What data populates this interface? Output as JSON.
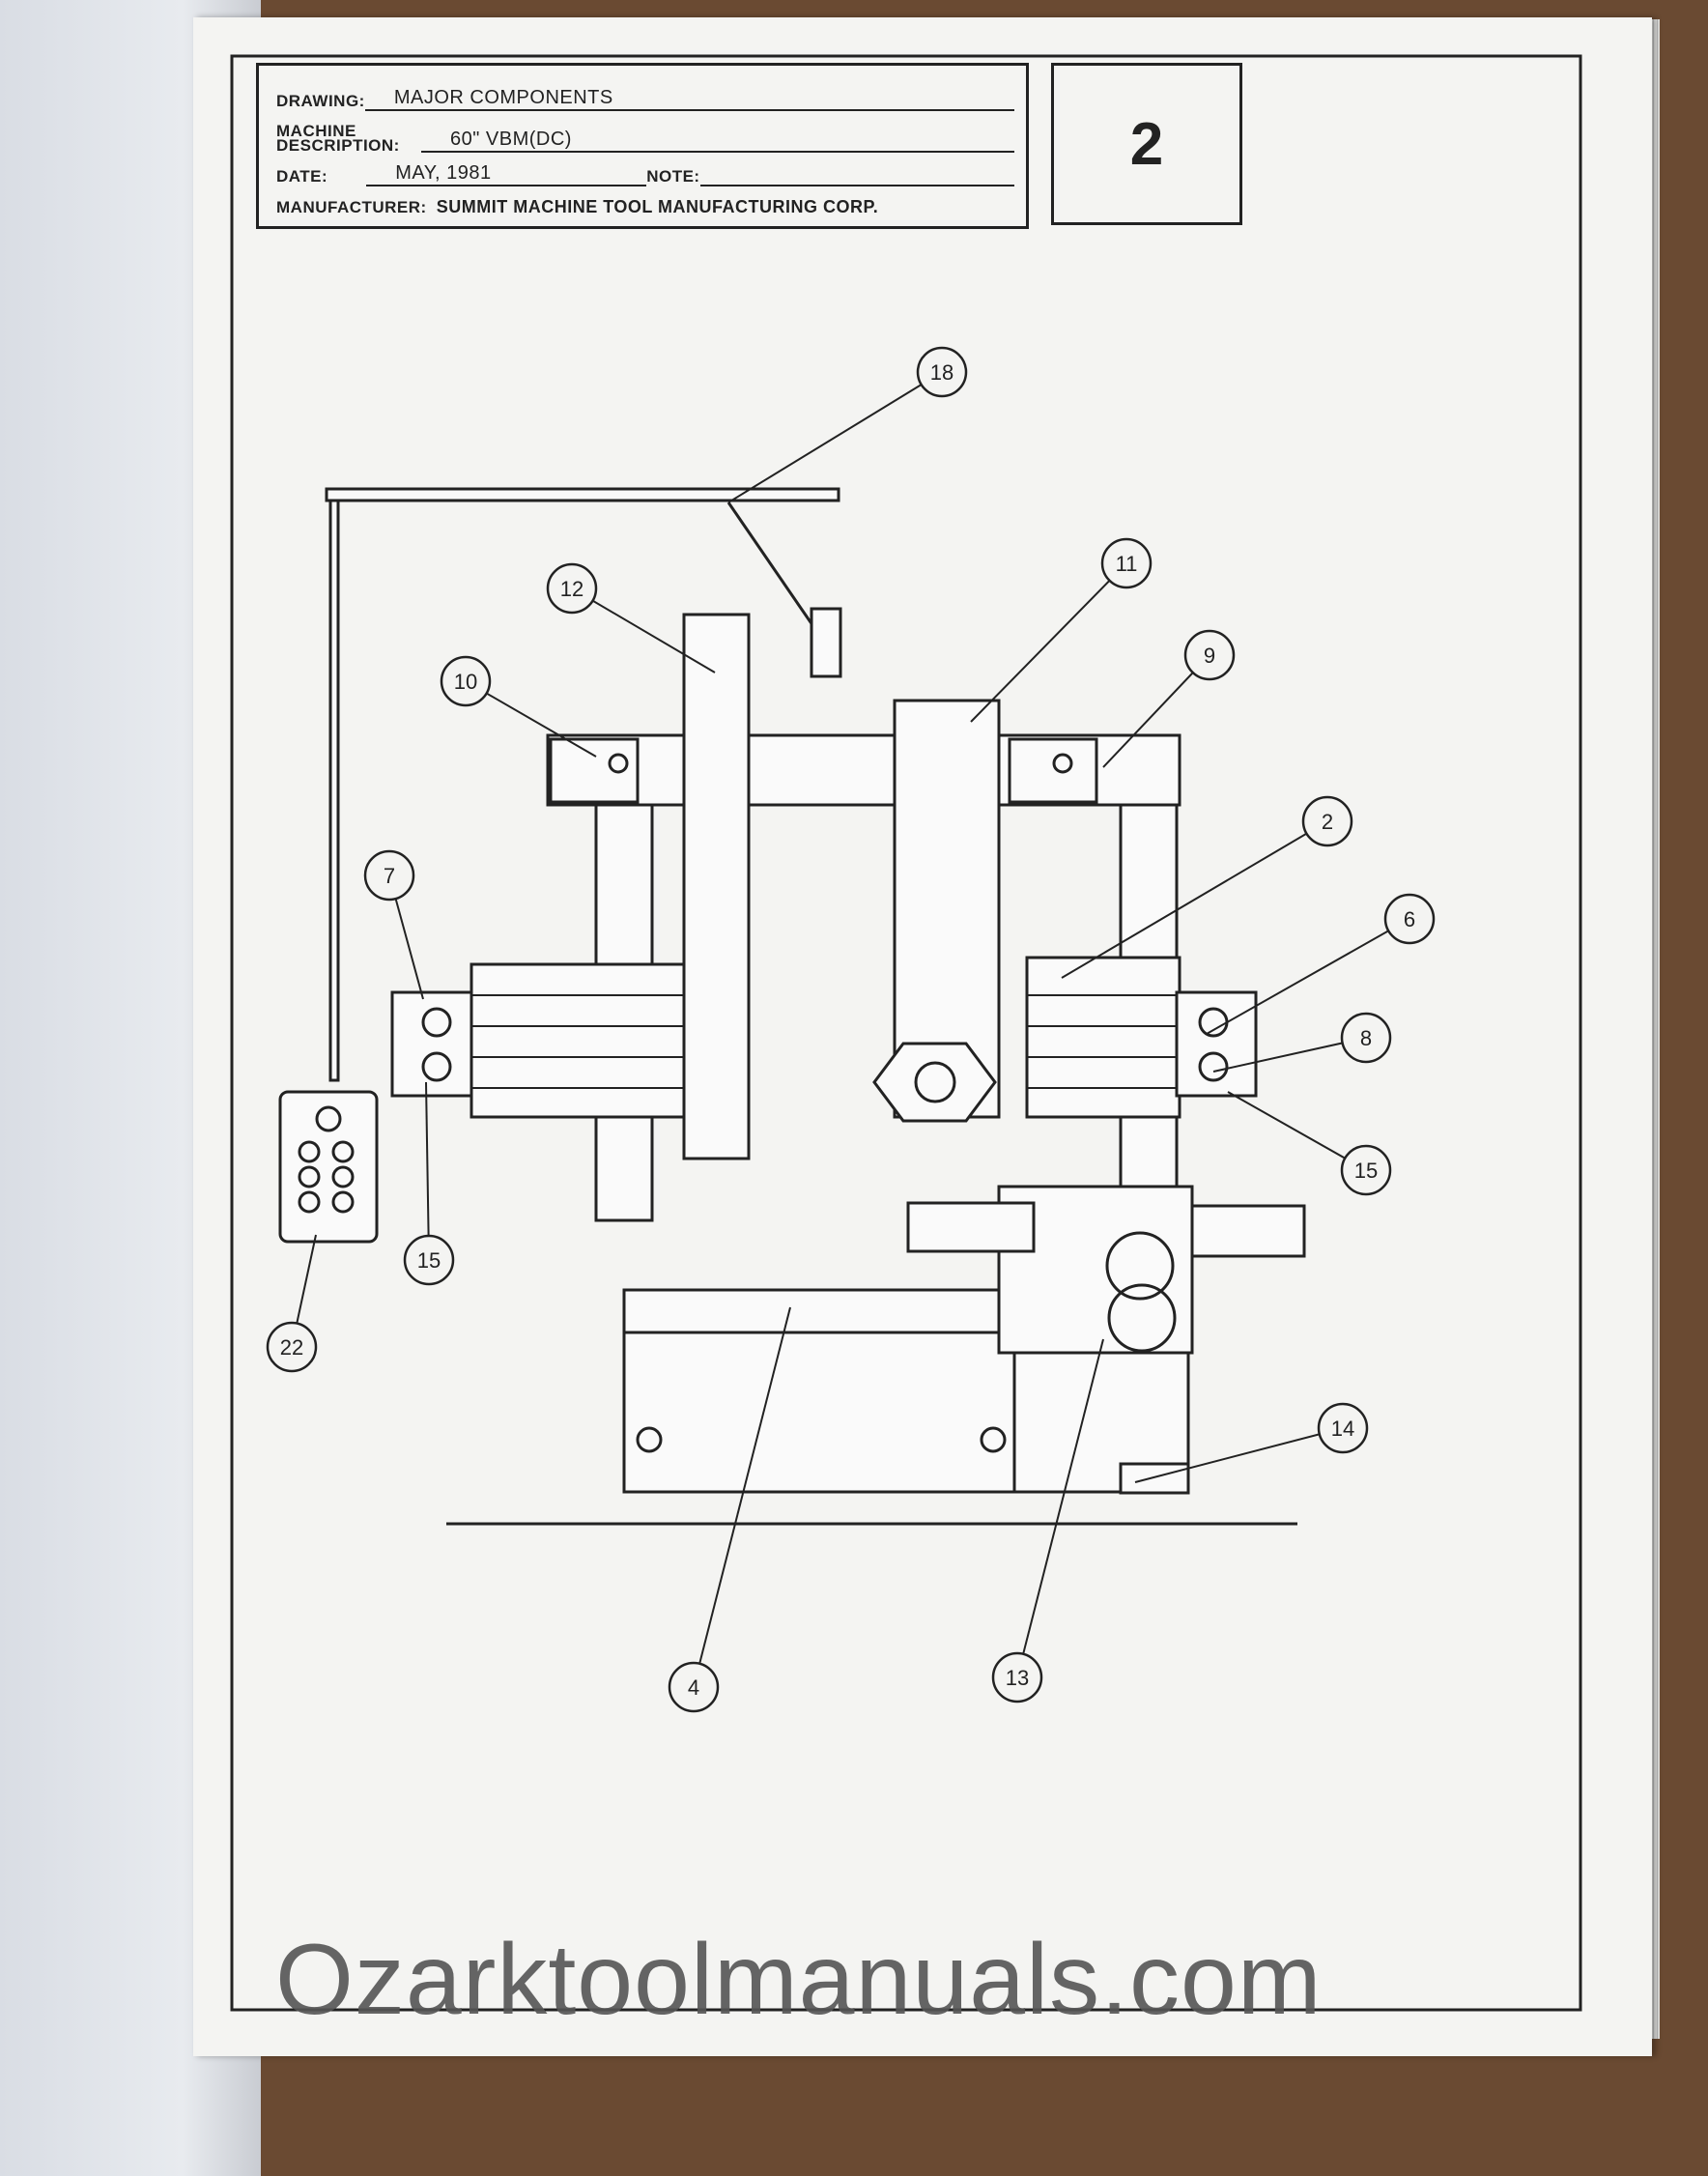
{
  "title_block": {
    "drawing_label": "DRAWING:",
    "drawing_value": "MAJOR COMPONENTS",
    "machine_label": "MACHINE DESCRIPTION:",
    "machine_value": "60\" VBM(DC)",
    "date_label": "DATE:",
    "date_value": "MAY, 1981",
    "note_label": "NOTE:",
    "note_value": "",
    "manufacturer_label": "MANUFACTURER:",
    "manufacturer_value": "SUMMIT MACHINE TOOL MANUFACTURING CORP."
  },
  "page_number": "2",
  "callouts": [
    "18",
    "12",
    "11",
    "10",
    "9",
    "2",
    "7",
    "6",
    "8",
    "15",
    "15",
    "22",
    "14",
    "4",
    "13"
  ],
  "watermark": "Ozarktoolmanuals.com"
}
